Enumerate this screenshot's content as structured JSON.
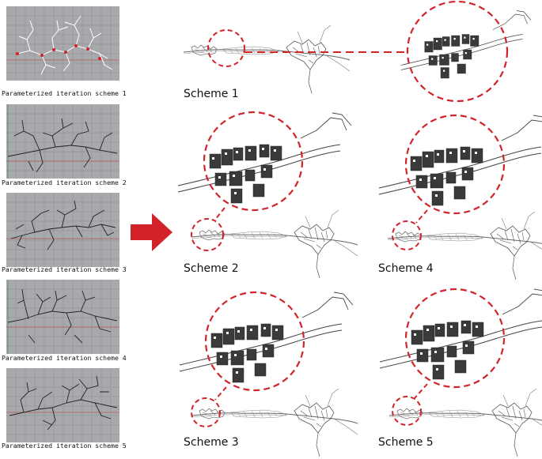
{
  "panels": [
    {
      "caption": "Parameterized iteration scheme 1"
    },
    {
      "caption": "Parameterized iteration scheme 2"
    },
    {
      "caption": "Parameterized iteration scheme 3"
    },
    {
      "caption": "Parameterized iteration scheme 4"
    },
    {
      "caption": "Parameterized iteration scheme 5"
    }
  ],
  "schemes": [
    {
      "label": "Scheme 1"
    },
    {
      "label": "Scheme 2"
    },
    {
      "label": "Scheme 3"
    },
    {
      "label": "Scheme 4"
    },
    {
      "label": "Scheme 5"
    }
  ],
  "colors": {
    "panel_bg": "#a7a9ac",
    "accent_red": "#d2232a",
    "building": "#3a3a3a",
    "road": "#555555"
  },
  "icons": {
    "arrow": "right-arrow-icon"
  }
}
